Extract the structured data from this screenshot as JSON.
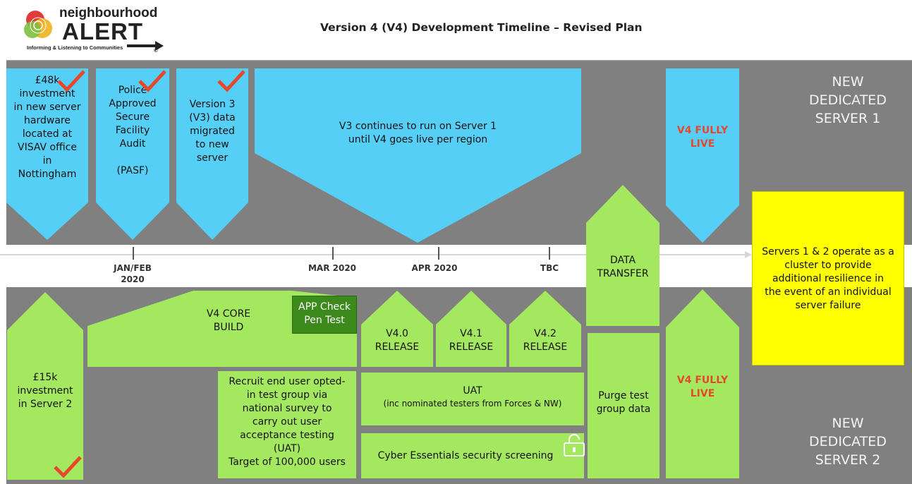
{
  "header": {
    "logo": {
      "name_line1": "neighbourhood",
      "name_line2": "ALERT",
      "tagline": "Informing & Listening to Communities",
      "mark": "©"
    },
    "title": "Version 4 (V4) Development Timeline – Revised Plan"
  },
  "timeline": {
    "ticks": [
      {
        "line1": "JAN/FEB",
        "line2": "2020"
      },
      {
        "line1": "MAR 2020",
        "line2": ""
      },
      {
        "line1": "APR 2020",
        "line2": ""
      },
      {
        "line1": "TBC",
        "line2": ""
      }
    ]
  },
  "server1": {
    "label_lines": [
      "NEW",
      "DEDICATED",
      "SERVER 1"
    ],
    "steps": [
      {
        "lines": [
          "£48k",
          "investment",
          "in new server",
          "hardware",
          "located at",
          "VISAV office",
          "in",
          "Nottingham"
        ],
        "done": true
      },
      {
        "lines": [
          "Police",
          "Approved",
          "Secure",
          "Facility",
          "Audit",
          "",
          "(PASF)"
        ],
        "done": true
      },
      {
        "lines": [
          "Version 3",
          "(V3) data",
          "migrated",
          "to new",
          "server"
        ],
        "done": true
      }
    ],
    "v3_runs": [
      "V3 continues to run on Server 1",
      "until V4 goes live per region"
    ],
    "v4_live": [
      "V4 FULLY",
      "LIVE"
    ]
  },
  "server2": {
    "label_lines": [
      "NEW",
      "DEDICATED",
      "SERVER 2"
    ],
    "investment": {
      "lines": [
        "£15k",
        "investment",
        "in Server 2"
      ],
      "done": true
    },
    "core_build": [
      "V4 CORE",
      "BUILD"
    ],
    "app_check": [
      "APP Check",
      "Pen Test"
    ],
    "releases": [
      [
        "V4.0",
        "RELEASE"
      ],
      [
        "V4.1",
        "RELEASE"
      ],
      [
        "V4.2",
        "RELEASE"
      ]
    ],
    "recruit": [
      "Recruit end user opted-",
      "in test group via",
      "national survey to",
      "carry out user",
      "acceptance testing",
      "(UAT)",
      "Target of 100,000 users"
    ],
    "uat": {
      "title": "UAT",
      "subtitle": "(inc nominated testers from Forces & NW)"
    },
    "cyber": "Cyber Essentials security screening",
    "purge": [
      "Purge test",
      "group data"
    ],
    "v4_live": [
      "V4 FULLY",
      "LIVE"
    ]
  },
  "data_transfer": [
    "DATA",
    "TRANSFER"
  ],
  "cluster_note": [
    "Servers 1 & 2 operate as a",
    "cluster to provide",
    "additional resilience in",
    "the event of an individual",
    "server failure"
  ],
  "colors": {
    "band": "#808080",
    "blue": "#56cff7",
    "green": "#a4e85f",
    "dark_green": "#3d8a1c",
    "yellow": "#ffff00",
    "check_red": "#e5482c",
    "live_red": "#e5482c"
  }
}
